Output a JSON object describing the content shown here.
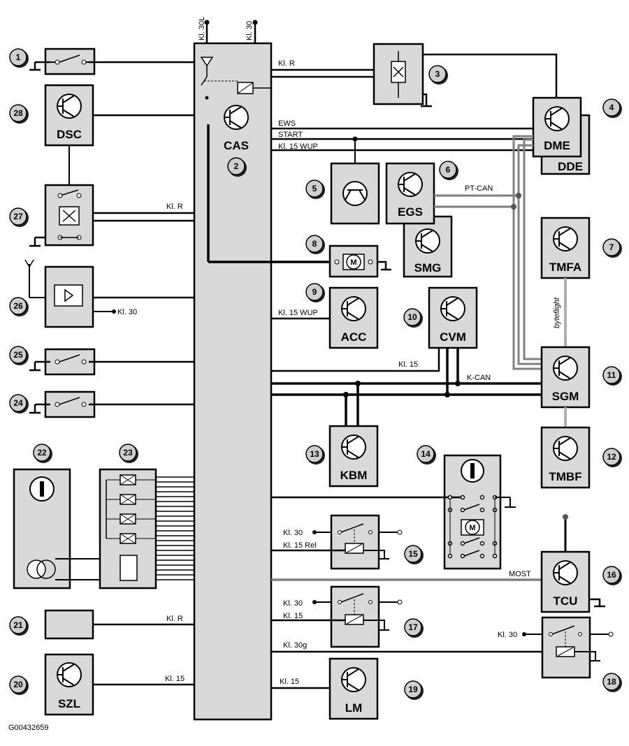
{
  "figure_id": "G00432659",
  "modules": {
    "cas": "CAS",
    "dsc": "DSC",
    "dme": "DME",
    "dde": "DDE",
    "egs": "EGS",
    "smg": "SMG",
    "tmfa": "TMFA",
    "tmbf": "TMBF",
    "sgm": "SGM",
    "acc": "ACC",
    "cvm": "CVM",
    "kbm": "KBM",
    "tcu": "TCU",
    "szl": "SZL",
    "lm": "LM",
    "motor": "M"
  },
  "badges": [
    "1",
    "2",
    "3",
    "4",
    "5",
    "6",
    "7",
    "8",
    "9",
    "10",
    "11",
    "12",
    "13",
    "14",
    "15",
    "16",
    "17",
    "18",
    "19",
    "20",
    "21",
    "22",
    "23",
    "24",
    "25",
    "26",
    "27",
    "28"
  ],
  "labels": {
    "kl30l": "Kl. 30L",
    "kl30_top": "Kl. 30",
    "klr_top": "Kl. R",
    "ews": "EWS",
    "start": "START",
    "kl15wup": "Kl. 15 WUP",
    "klr_27": "Kl. R",
    "ptcan": "PT-CAN",
    "kl30_26": "Kl. 30",
    "kl15wup_acc": "Kl. 15 WUP",
    "byteflight": "byteflight",
    "kl15_cvm": "Kl. 15",
    "kcan": "K-CAN",
    "kl30_15": "Kl. 30",
    "kl15rel": "Kl. 15 Rel",
    "most": "MOST",
    "kl30_17": "Kl. 30",
    "kl15_17": "Kl. 15",
    "klr_21": "Kl. R",
    "kl30g": "Kl. 30g",
    "kl30_18": "Kl. 30",
    "kl15_20": "Kl. 15",
    "kl15_lm": "Kl. 15"
  }
}
